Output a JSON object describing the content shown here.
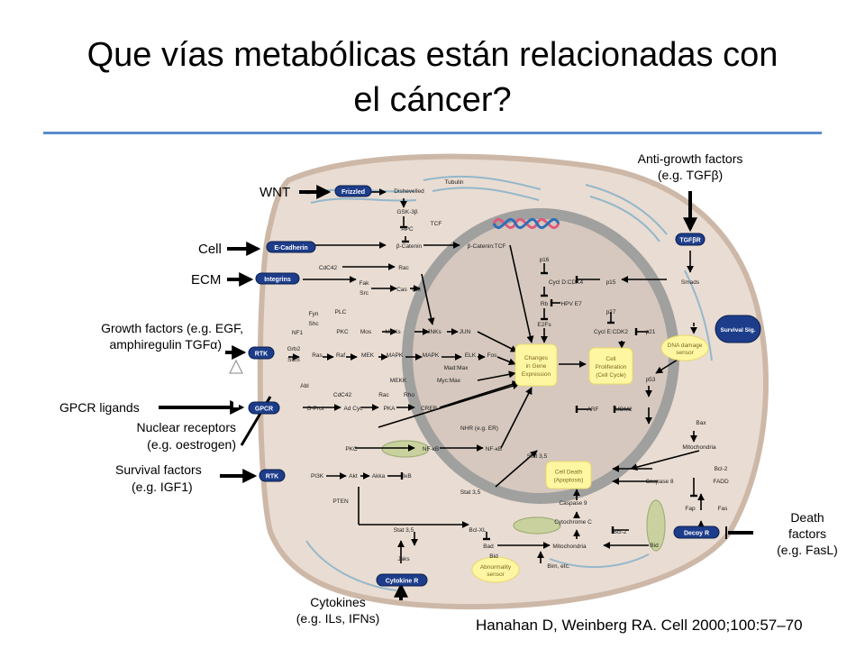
{
  "title": {
    "line1": "Que vías metabólicas están relacionadas con",
    "line2": "el cáncer?"
  },
  "citation": "Hanahan D, Weinberg RA. Cell 2000;100:57–70",
  "colors": {
    "cell": "#e9dcd2",
    "cell_border": "#cdb8a8",
    "nucleus": "#d6c7bd",
    "nuclear_ring": "#9d9d9d",
    "receptor": "#1d3d8a",
    "box": "#fff6a2",
    "accent_rule": "#5b8dc9"
  },
  "outer_labels": {
    "wnt": "WNT",
    "cell": "Cell",
    "ecm": "ECM",
    "growth_factors_1": "Growth factors (e.g. EGF,",
    "growth_factors_2": "amphiregulin TGFα)",
    "gpcr": "GPCR ligands",
    "nuclear_receptors_1": "Nuclear receptors",
    "nuclear_receptors_2": "(e.g. oestrogen)",
    "survival_1": "Survival factors",
    "survival_2": "(e.g. IGF1)",
    "cytokines_1": "Cytokines",
    "cytokines_2": "(e.g. ILs, IFNs)",
    "anti_growth_1": "Anti-growth factors",
    "anti_growth_2": "(e.g. TGFβ)",
    "death_1": "Death",
    "death_2": "factors",
    "death_3": "(e.g. FasL)"
  },
  "receptors": {
    "frizzled": "Frizzled",
    "rtk": "RTK",
    "cytokine_r": "Cytokine R"
  },
  "nodes": {
    "dishevelled": "Dishevelled",
    "gsk3b": "GSK-3β",
    "apc": "APC",
    "b_catenin": "β-Catenin",
    "b_catenin_tcf": "β-Catenin:TCF",
    "tcf": "TCF",
    "tubulin": "Tubulin",
    "cdc42_top": "CdC42",
    "fak": "Fak",
    "src": "Src",
    "cas": "Cas",
    "crk": "Crk",
    "rac_top": "Rac",
    "fyn": "Fyn",
    "shc": "Shc",
    "plc": "PLC",
    "nf1": "NF1",
    "pkc_mid": "PKC",
    "mos": "Mos",
    "mkks": "MKKs",
    "jnks": "JNKs",
    "jun": "JUN",
    "grb2": "Grb2",
    "sos": "SOS",
    "ras": "Ras",
    "raf": "Raf",
    "mek": "MEK",
    "mapk": "MAPK",
    "mapk2": "MAPK",
    "elk": "ELK",
    "fos": "Fos",
    "mad_max": "Mad:Max",
    "myc_max": "Myc:Max",
    "mekk": "MEKK",
    "abl": "Abl",
    "cdc42_low": "CdC42",
    "rac_low": "Rac",
    "rho": "Rho",
    "creb": "CREB",
    "g_prot": "G-Prot",
    "ad_cyc": "Ad Cyc",
    "pka": "PKA",
    "nhr": "NHR (e.g. ER)",
    "pkc_low": "PKC",
    "nfkb": "NF-κB",
    "nfkb2": "NF-κB",
    "pi3k": "PI3K",
    "akt": "Akt",
    "akka": "Akka",
    "ikb": "IκB",
    "pten": "PTEN",
    "stat35_a": "Stat 3,5",
    "stat35_b": "Stat 3,5",
    "stat35_c": "Stat 3,5",
    "jaks": "Jaks",
    "bclxl": "Bcl-XL",
    "bad": "Bad",
    "p16": "p16",
    "cycd_cdk4": "Cycl D:CDK4",
    "p15": "p15",
    "smads": "Smads",
    "rb": "Rb",
    "hpv_e7": "HPV E7",
    "e2fs": "E2Fs",
    "p27": "p27",
    "cyce_cdk2": "Cycl E:CDK2",
    "p21": "p21",
    "p53": "p53",
    "arf": "ARF",
    "mdm2": "MDM2",
    "bax": "Bax",
    "mitochondria_r": "Mitochondria",
    "bcl2_r": "Bcl-2",
    "fadd": "FADD",
    "caspase8": "Caspase 8",
    "fap": "Fap",
    "fas": "Fas",
    "bid": "Bid",
    "caspase9": "Caspase 9",
    "cytochrome_c": "Cytochrome C",
    "bcl2_low": "Bcl-2",
    "mitochondria_low": "Mitochondria",
    "bid_low": "Bid",
    "bim": "Bim, etc."
  },
  "boxes": {
    "gene_expr": [
      "Changes",
      "in Gene",
      "Expression"
    ],
    "cell_prolif": [
      "Cell",
      "Proliferation",
      "(Cell Cycle)"
    ],
    "cell_death": [
      "Cell Death",
      "(Apoptosis)"
    ],
    "dna_damage": [
      "DNA damage",
      "sensor"
    ],
    "abnormality": [
      "Abnormality",
      "sensor"
    ]
  },
  "tags": {
    "e_cadherin": "E-Cadherin",
    "integrins": "Integrins",
    "tgfbr": "TGFβR",
    "rtk_egf": "RTK",
    "gpcr_r": "GPCR",
    "decoy": "Decoy R",
    "survival_sig": "Survival Sig."
  }
}
